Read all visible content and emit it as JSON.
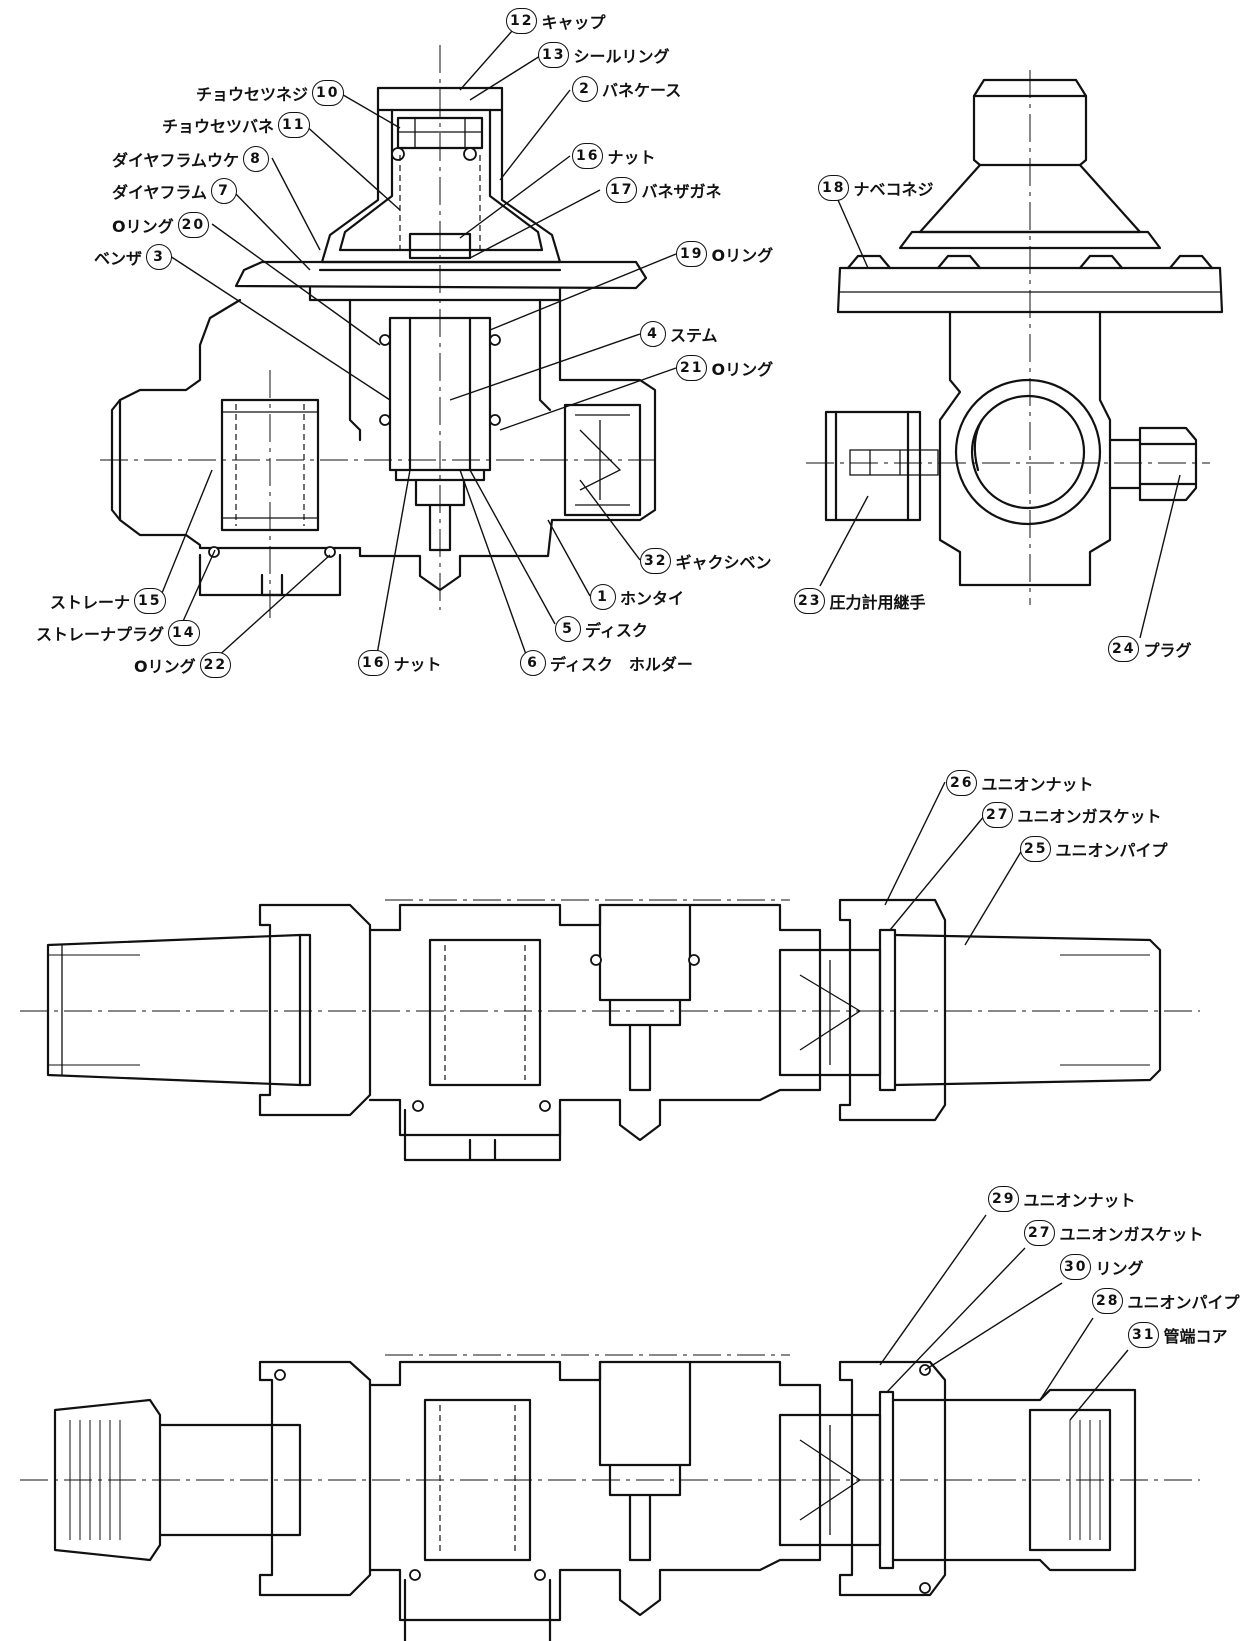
{
  "figure_1": {
    "callouts": [
      {
        "id": "c12",
        "num": "12",
        "text": "キャップ"
      },
      {
        "id": "c13",
        "num": "13",
        "text": "シールリング"
      },
      {
        "id": "c2",
        "num": "2",
        "text": "バネケース"
      },
      {
        "id": "c10",
        "num": "10",
        "text": "チョウセツネジ"
      },
      {
        "id": "c11",
        "num": "11",
        "text": "チョウセツバネ"
      },
      {
        "id": "c8",
        "num": "8",
        "text": "ダイヤフラムウケ"
      },
      {
        "id": "c7",
        "num": "7",
        "text": "ダイヤフラム"
      },
      {
        "id": "c20",
        "num": "20",
        "text": "Oリング"
      },
      {
        "id": "c3",
        "num": "3",
        "text": "ベンザ"
      },
      {
        "id": "c16a",
        "num": "16",
        "text": "ナット"
      },
      {
        "id": "c17",
        "num": "17",
        "text": "バネザガネ"
      },
      {
        "id": "c19",
        "num": "19",
        "text": "Oリング"
      },
      {
        "id": "c4",
        "num": "4",
        "text": "ステム"
      },
      {
        "id": "c21",
        "num": "21",
        "text": "Oリング"
      },
      {
        "id": "c32",
        "num": "32",
        "text": "ギャクシベン"
      },
      {
        "id": "c1",
        "num": "1",
        "text": "ホンタイ"
      },
      {
        "id": "c5",
        "num": "5",
        "text": "ディスク"
      },
      {
        "id": "c6",
        "num": "6",
        "text": "ディスク　ホルダー"
      },
      {
        "id": "c16b",
        "num": "16",
        "text": "ナット"
      },
      {
        "id": "c15",
        "num": "15",
        "text": "ストレーナ"
      },
      {
        "id": "c14",
        "num": "14",
        "text": "ストレーナプラグ"
      },
      {
        "id": "c22",
        "num": "22",
        "text": "Oリング"
      }
    ]
  },
  "figure_2": {
    "callouts": [
      {
        "id": "c18",
        "num": "18",
        "text": "ナベコネジ"
      },
      {
        "id": "c23",
        "num": "23",
        "text": "圧力計用継手"
      },
      {
        "id": "c24",
        "num": "24",
        "text": "プラグ"
      }
    ]
  },
  "figure_3": {
    "callouts": [
      {
        "id": "c26",
        "num": "26",
        "text": "ユニオンナット"
      },
      {
        "id": "c27a",
        "num": "27",
        "text": "ユニオンガスケット"
      },
      {
        "id": "c25",
        "num": "25",
        "text": "ユニオンパイプ"
      }
    ]
  },
  "figure_4": {
    "callouts": [
      {
        "id": "c29",
        "num": "29",
        "text": "ユニオンナット"
      },
      {
        "id": "c27b",
        "num": "27",
        "text": "ユニオンガスケット"
      },
      {
        "id": "c30",
        "num": "30",
        "text": "リング"
      },
      {
        "id": "c28",
        "num": "28",
        "text": "ユニオンパイプ"
      },
      {
        "id": "c31",
        "num": "31",
        "text": "管端コア"
      }
    ]
  }
}
